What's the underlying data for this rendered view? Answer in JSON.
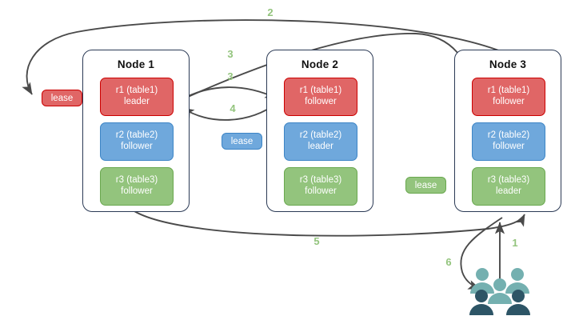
{
  "diagram": {
    "title": "Raft multi-range lease diagram",
    "colors": {
      "red_fill": "#e06666",
      "red_stroke": "#cc0000",
      "blue_fill": "#6fa8dc",
      "blue_stroke": "#3d85c6",
      "green_fill": "#93c47d",
      "green_stroke": "#6aa84f",
      "node_border": "#2b3a55",
      "edge": "#4a4a4a",
      "label": "#93c47d",
      "users_light": "#74b0b0",
      "users_dark": "#2d5566"
    }
  },
  "nodes": [
    {
      "title": "Node 1",
      "replicas": [
        {
          "name": "r1 (table1)",
          "role": "leader",
          "color": "red"
        },
        {
          "name": "r2 (table2)",
          "role": "follower",
          "color": "blue"
        },
        {
          "name": "r3 (table3)",
          "role": "follower",
          "color": "green"
        }
      ]
    },
    {
      "title": "Node 2",
      "replicas": [
        {
          "name": "r1 (table1)",
          "role": "follower",
          "color": "red"
        },
        {
          "name": "r2 (table2)",
          "role": "leader",
          "color": "blue"
        },
        {
          "name": "r3 (table3)",
          "role": "follower",
          "color": "green"
        }
      ]
    },
    {
      "title": "Node 3",
      "replicas": [
        {
          "name": "r1 (table1)",
          "role": "follower",
          "color": "red"
        },
        {
          "name": "r2 (table2)",
          "role": "follower",
          "color": "blue"
        },
        {
          "name": "r3 (table3)",
          "role": "leader",
          "color": "green"
        }
      ]
    }
  ],
  "leases": [
    {
      "label": "lease",
      "color": "red"
    },
    {
      "label": "lease",
      "color": "blue"
    },
    {
      "label": "lease",
      "color": "green"
    }
  ],
  "step_labels": [
    {
      "id": "1",
      "text": "1"
    },
    {
      "id": "2",
      "text": "2"
    },
    {
      "id": "3a",
      "text": "3"
    },
    {
      "id": "3b",
      "text": "3"
    },
    {
      "id": "4",
      "text": "4"
    },
    {
      "id": "5",
      "text": "5"
    },
    {
      "id": "6",
      "text": "6"
    }
  ],
  "actors": {
    "users_icon": "users-group-icon"
  }
}
